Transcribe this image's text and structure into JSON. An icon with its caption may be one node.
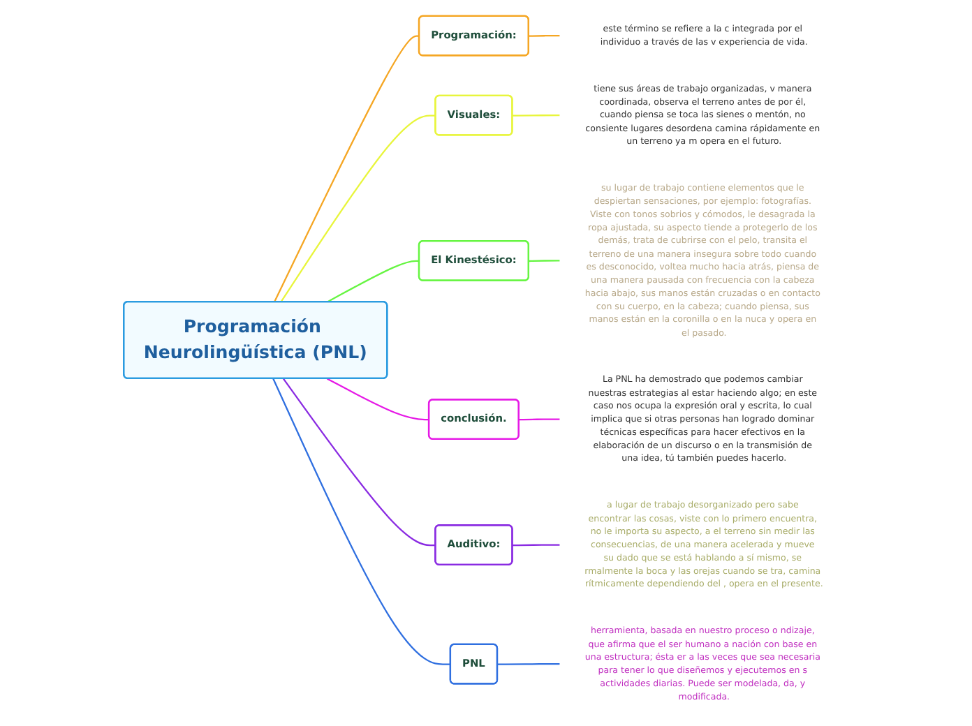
{
  "diagram": {
    "nodes": [
      {
        "text": [
          "Programación Neurolingüística (PNL)"
        ]
      },
      {
        "text": [
          "Programación:"
        ]
      },
      {
        "text": [
          "este término se refiere a la c integrada por el individuo a través de las v experiencia de vida."
        ]
      },
      {
        "text": [
          "Visuales:"
        ]
      },
      {
        "text": [
          "tiene sus áreas de trabajo organizadas, v manera coordinada, observa el terreno antes de por él, cuando piensa se toca las sienes o mentón, no consiente lugares desordena camina rápidamente en un terreno ya m opera en el futuro."
        ]
      },
      {
        "text": [
          "El Kinestésico:"
        ]
      },
      {
        "text": [
          "su lugar de trabajo contiene elementos que le despiertan sensaciones, por ejemplo: fotografías. Viste con tonos sobrios y cómodos, le desagrada la ropa ajustada, su aspecto tiende a protegerlo de los demás, trata de cubrirse con el pelo, transita el terreno de una manera insegura sobre todo cuando es desconocido, voltea mucho hacia atrás, piensa de una manera pausada con frecuencia con la cabeza hacia abajo, sus manos están cruzadas o en contacto con su cuerpo, en la cabeza; cuando piensa, sus manos están en la coronilla o en la nuca y opera en el pasado."
        ]
      },
      {
        "text": [
          "conclusión."
        ]
      },
      {
        "text": [
          "La PNL ha demostrado que podemos cambiar nuestras estrategias al estar haciendo algo; en este caso nos ocupa la expresión oral y escrita, lo cual implica que si otras personas han logrado dominar técnicas específicas para hacer efectivos en la elaboración de un discurso o en la transmisión de una idea, tú también puedes hacerlo."
        ]
      },
      {
        "text": [
          "Auditivo:"
        ]
      },
      {
        "text": [
          "a lugar de trabajo desorganizado pero sabe encontrar las cosas, viste con lo primero encuentra, no le importa su aspecto, a el terreno sin medir las consecuencias, de una manera acelerada y mueve su dado que se está hablando a sí mismo, se rmalmente la boca y las orejas cuando se tra, camina rítmicamente dependiendo del , opera en el presente."
        ]
      },
      {
        "text": [
          "PNL"
        ]
      },
      {
        "text": [
          "herramienta, basada en nuestro proceso o ndizaje, que afirma que el ser humano a nación con base en una estructura; ésta er a las veces que sea necesaria para tener lo que diseñemos y ejecutemos en s actividades diarias. Puede ser modelada, da, y modificada."
        ]
      }
    ],
    "edges": [
      {
        "from": 0,
        "to": 1,
        "arrow": "none",
        "color": "#f5a623"
      },
      {
        "from": 1,
        "to": 2,
        "arrow": "none",
        "color": "#f5a623"
      },
      {
        "from": 0,
        "to": 3,
        "arrow": "none",
        "color": "#e8f53c"
      },
      {
        "from": 3,
        "to": 4,
        "arrow": "none",
        "color": "#e8f53c"
      },
      {
        "from": 0,
        "to": 5,
        "arrow": "none",
        "color": "#66f542"
      },
      {
        "from": 5,
        "to": 6,
        "arrow": "none",
        "color": "#66f542"
      },
      {
        "from": 0,
        "to": 7,
        "arrow": "none",
        "color": "#e619e6"
      },
      {
        "from": 7,
        "to": 8,
        "arrow": "none",
        "color": "#e619e6"
      },
      {
        "from": 0,
        "to": 9,
        "arrow": "none",
        "color": "#8a2be2"
      },
      {
        "from": 9,
        "to": 10,
        "arrow": "none",
        "color": "#8a2be2"
      },
      {
        "from": 0,
        "to": 11,
        "arrow": "none",
        "color": "#2f6fe0"
      },
      {
        "from": 11,
        "to": 12,
        "arrow": "none",
        "color": "#2f6fe0"
      }
    ]
  }
}
